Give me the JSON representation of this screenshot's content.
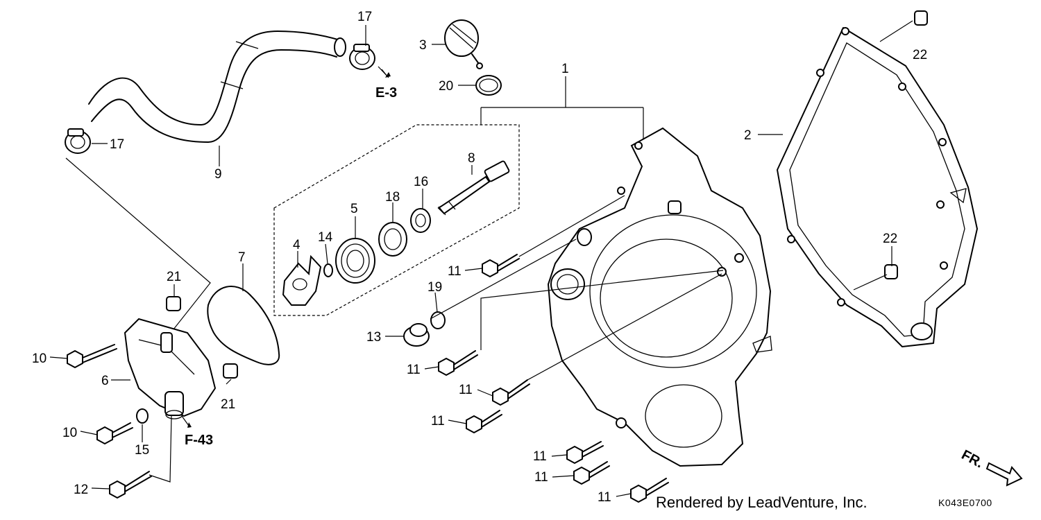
{
  "callouts": {
    "c1": "1",
    "c2": "2",
    "c3": "3",
    "c4": "4",
    "c5": "5",
    "c6": "6",
    "c7": "7",
    "c8": "8",
    "c9": "9",
    "c10a": "10",
    "c10b": "10",
    "c11a": "11",
    "c11b": "11",
    "c11c": "11",
    "c11d": "11",
    "c11e": "11",
    "c11f": "11",
    "c11g": "11",
    "c12": "12",
    "c13": "13",
    "c14": "14",
    "c15": "15",
    "c16": "16",
    "c17a": "17",
    "c17b": "17",
    "c18": "18",
    "c19": "19",
    "c20": "20",
    "c21a": "21",
    "c21b": "21",
    "c22a": "22",
    "c22b": "22"
  },
  "refs": {
    "e3": "E-3",
    "f43": "F-43",
    "fr": "FR."
  },
  "footer": {
    "credit": "Rendered by LeadVenture, Inc.",
    "code": "K043E0700"
  }
}
